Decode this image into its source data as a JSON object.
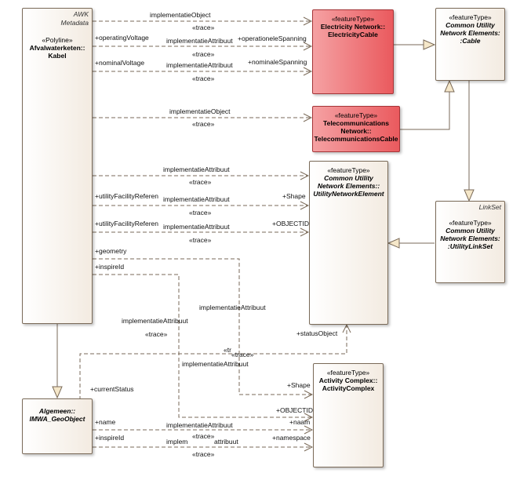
{
  "elements": {
    "kabel": {
      "tagged": "AWK\nMetadata",
      "stereotype": "«Polyline»",
      "name": "Afvalwaterketen::\nKabel"
    },
    "electricity_cable": {
      "stereotype": "«featureType»",
      "name": "Electricity Network::\nElectricityCable"
    },
    "cable": {
      "stereotype": "«featureType»",
      "name": "Common Utility\nNetwork Elements:\n:Cable"
    },
    "telecom_cable": {
      "stereotype": "«featureType»",
      "name": "Telecommunications\nNetwork::\nTelecommunicationsCable"
    },
    "utility_network_element": {
      "stereotype": "«featureType»",
      "name": "Common Utility\nNetwork Elements::\nUtilityNetworkElement"
    },
    "utility_link_set": {
      "tagged": "LinkSet",
      "stereotype": "«featureType»",
      "name": "Common Utility\nNetwork Elements:\n:UtilityLinkSet"
    },
    "activity_complex": {
      "stereotype": "«featureType»",
      "name": "Activity Complex::\nActivityComplex"
    },
    "geo_object": {
      "name": "Algemeen::\nIMWA_GeoObject"
    }
  },
  "labels": {
    "kabel_ec_top": "implementatieObject",
    "trace": "«trace»",
    "operating_voltage": "+operatingVoltage",
    "implementatie_attribuut": "implementatieAttribuut",
    "operationele_spanning": "+operationeleSpanning",
    "nominal_voltage": "+nominalVoltage",
    "nominale_spanning": "+nominaleSpanning",
    "implementatie_object": "implementatieObject",
    "utility_facility_reference": "+utilityFacilityReferen",
    "shape": "+Shape",
    "objectid": "+OBJECTID",
    "geometry": "+geometry",
    "inspire_id": "+inspireId",
    "status_object": "+statusObject",
    "current_status": "+currentStatus",
    "name": "+name",
    "naam": "+naam",
    "namespace": "+namespace",
    "tr_partial": "«tr",
    "implem_partial": "implem",
    "attribuut_partial": "attribuut"
  }
}
